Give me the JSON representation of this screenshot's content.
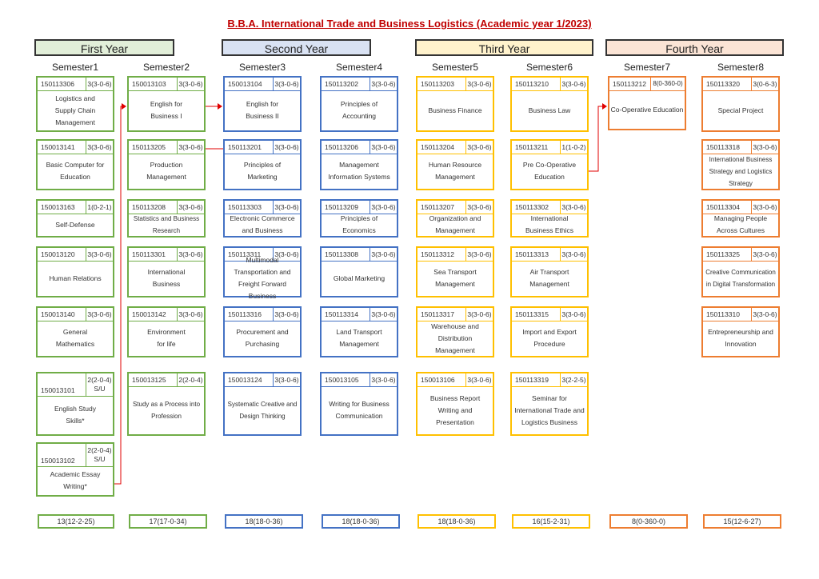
{
  "title": "B.B.A. International Trade and Business Logistics (Academic year 1/2023)",
  "years": [
    {
      "label": "First Year",
      "bg": "#e2efd9"
    },
    {
      "label": "Second Year",
      "bg": "#d9e2f3"
    },
    {
      "label": "Third Year",
      "bg": "#fff2cc"
    },
    {
      "label": "Fourth Year",
      "bg": "#fbe4d5"
    }
  ],
  "colors": {
    "green": "#70ad47",
    "blue": "#4472c4",
    "yellow": "#ffc000",
    "orange": "#ed7d31",
    "arrow": "#e00000"
  },
  "semesters": [
    {
      "label": "Semester1",
      "total": "13(12-2-25)",
      "courses": [
        {
          "code": "150113306",
          "credits": "3(3-0-6)",
          "name": "Logistics and\nSupply Chain\nManagement"
        },
        {
          "code": "150013141",
          "credits": "3(3-0-6)",
          "name": "Basic Computer for\nEducation"
        },
        {
          "code": "150013163",
          "credits": "1(0-2-1)",
          "name": "Self-Defense"
        },
        {
          "code": "150013120",
          "credits": "3(3-0-6)",
          "name": "Human Relations"
        },
        {
          "code": "150013140",
          "credits": "3(3-0-6)",
          "name": "General\nMathematics"
        },
        {
          "code": "150013101",
          "credits": "2(2-0-4)\nS/U",
          "name": "English Study\nSkills*"
        },
        {
          "code": "150013102",
          "credits": "2(2-0-4)\nS/U",
          "name": "Academic Essay\nWriting*"
        }
      ]
    },
    {
      "label": "Semester2",
      "total": "17(17-0-34)",
      "courses": [
        {
          "code": "150013103",
          "credits": "3(3-0-6)",
          "name": "English for\nBusiness I"
        },
        {
          "code": "150113205",
          "credits": "3(3-0-6)",
          "name": "Production\nManagement"
        },
        {
          "code": "150113208",
          "credits": "3(3-0-6)",
          "name": "Statistics and Business\nResearch"
        },
        {
          "code": "150113301",
          "credits": "3(3-0-6)",
          "name": "International\nBusiness"
        },
        {
          "code": "150013142",
          "credits": "3(3-0-6)",
          "name": "Environment\nfor life"
        },
        {
          "code": "150013125",
          "credits": "2(2-0-4)",
          "name": "Study as a Process into\nProfession"
        }
      ]
    },
    {
      "label": "Semester3",
      "total": "18(18-0-36)",
      "courses": [
        {
          "code": "150013104",
          "credits": "3(3-0-6)",
          "name": "English for\nBusiness II"
        },
        {
          "code": "150113201",
          "credits": "3(3-0-6)",
          "name": "Principles of\nMarketing"
        },
        {
          "code": "150113303",
          "credits": "3(3-0-6)",
          "name": "Electronic Commerce\nand Business"
        },
        {
          "code": "150113311",
          "credits": "3(3-0-6)",
          "name": "Multimodal\nTransportation and\nFreight Forward Business"
        },
        {
          "code": "150113316",
          "credits": "3(3-0-6)",
          "name": "Procurement and\nPurchasing"
        },
        {
          "code": "150013124",
          "credits": "3(3-0-6)",
          "name": "Systematic Creative and\nDesign Thinking"
        }
      ]
    },
    {
      "label": "Semester4",
      "total": "18(18-0-36)",
      "courses": [
        {
          "code": "150113202",
          "credits": "3(3-0-6)",
          "name": "Principles of\nAccounting"
        },
        {
          "code": "150113206",
          "credits": "3(3-0-6)",
          "name": "Management\nInformation Systems"
        },
        {
          "code": "150113209",
          "credits": "3(3-0-6)",
          "name": "Principles of\nEconomics"
        },
        {
          "code": "150113308",
          "credits": "3(3-0-6)",
          "name": "Global Marketing"
        },
        {
          "code": "150113314",
          "credits": "3(3-0-6)",
          "name": "Land Transport\nManagement"
        },
        {
          "code": "150013105",
          "credits": "3(3-0-6)",
          "name": "Writing for Business\nCommunication"
        }
      ]
    },
    {
      "label": "Semester5",
      "total": "18(18-0-36)",
      "courses": [
        {
          "code": "150113203",
          "credits": "3(3-0-6)",
          "name": "Business Finance"
        },
        {
          "code": "150113204",
          "credits": "3(3-0-6)",
          "name": "Human Resource\nManagement"
        },
        {
          "code": "150113207",
          "credits": "3(3-0-6)",
          "name": "Organization and\nManagement"
        },
        {
          "code": "150113312",
          "credits": "3(3-0-6)",
          "name": "Sea Transport\nManagement"
        },
        {
          "code": "150113317",
          "credits": "3(3-0-6)",
          "name": "Warehouse and\nDistribution\nManagement"
        },
        {
          "code": "150013106",
          "credits": "3(3-0-6)",
          "name": "Business Report\nWriting and\nPresentation"
        }
      ]
    },
    {
      "label": "Semester6",
      "total": "16(15-2-31)",
      "courses": [
        {
          "code": "150113210",
          "credits": "3(3-0-6)",
          "name": "Business Law"
        },
        {
          "code": "150113211",
          "credits": "1(1-0-2)",
          "name": "Pre Co-Operative\nEducation"
        },
        {
          "code": "150113302",
          "credits": "3(3-0-6)",
          "name": "International\nBusiness Ethics"
        },
        {
          "code": "150113313",
          "credits": "3(3-0-6)",
          "name": "Air Transport\nManagement"
        },
        {
          "code": "150113315",
          "credits": "3(3-0-6)",
          "name": "Import and Export\nProcedure"
        },
        {
          "code": "150113319",
          "credits": "3(2-2-5)",
          "name": "Seminar for\nInternational Trade and\nLogistics Business"
        }
      ]
    },
    {
      "label": "Semester7",
      "total": "8(0-360-0)",
      "courses": [
        {
          "code": "150113212",
          "credits": "8(0-360-0)",
          "name": "Co-Operative Education"
        }
      ]
    },
    {
      "label": "Semester8",
      "total": "15(12-6-27)",
      "courses": [
        {
          "code": "150113320",
          "credits": "3(0-6-3)",
          "name": "Special Project"
        },
        {
          "code": "150113318",
          "credits": "3(3-0-6)",
          "name": "International Business\nStrategy and Logistics\nStrategy"
        },
        {
          "code": "150113304",
          "credits": "3(3-0-6)",
          "name": "Managing People\nAcross Cultures"
        },
        {
          "code": "150113325",
          "credits": "3(3-0-6)",
          "name": "Creative Communication\nin Digital Transformation"
        },
        {
          "code": "150113310",
          "credits": "3(3-0-6)",
          "name": "Entrepreneurship and\nInnovation"
        }
      ]
    }
  ]
}
